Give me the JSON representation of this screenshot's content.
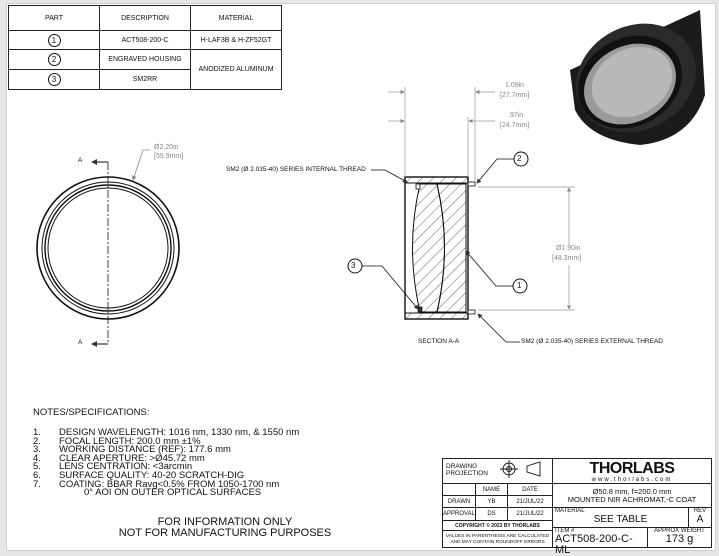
{
  "parts_table": {
    "headers": [
      "PART",
      "DESCRIPTION",
      "MATERIAL"
    ],
    "rows": [
      {
        "part": "1",
        "description": "ACT508-200-C",
        "material": "H-LAF3B & H-ZF52GT"
      },
      {
        "part": "2",
        "description": "ENGRAVED HOUSING",
        "material": "ANODIZED ALUMINUM"
      },
      {
        "part": "3",
        "description": "SM2RR",
        "material": ""
      }
    ]
  },
  "front_view": {
    "section_marker": "A",
    "diameter_in": "Ø2.20in",
    "diameter_mm": "[55.9mm]"
  },
  "section_view": {
    "title": "SECTION A-A",
    "length_in": "1.09in",
    "length_mm": "[27.7mm]",
    "body_in": ".97in",
    "body_mm": "[24.7mm]",
    "clear_in": "Ø1.90in",
    "clear_mm": "[48.3mm]",
    "internal_thread": "SM2 (Ø 2.035-40) SERIES INTERNAL THREAD",
    "external_thread": "SM2 (Ø 2.035-40) SERIES EXTERNAL THREAD",
    "balloons": [
      "1",
      "2",
      "3"
    ]
  },
  "notes": {
    "heading": "NOTES/SPECIFICATIONS:",
    "items": [
      {
        "n": "1.",
        "text": "DESIGN WAVELENGTH: 1016 nm, 1330 nm, & 1550 nm"
      },
      {
        "n": "2.",
        "text": "FOCAL LENGTH: 200.0 mm ±1%"
      },
      {
        "n": "3.",
        "text": "WORKING DISTANCE (REF): 177.6 mm"
      },
      {
        "n": "4.",
        "text": "CLEAR APERTURE: >Ø45.72 mm"
      },
      {
        "n": "5.",
        "text": "LENS CENTRATION: <3arcmin"
      },
      {
        "n": "6.",
        "text": "SURFACE QUALITY: 40-20 SCRATCH-DIG"
      },
      {
        "n": "7.",
        "text": "COATING: BBAR Ravg<0.5% FROM 1050-1700 nm"
      }
    ],
    "continuation": "0° AOI ON OUTER OPTICAL SURFACES"
  },
  "footer": {
    "line1": "FOR INFORMATION ONLY",
    "line2": "NOT FOR MANUFACTURING PURPOSES"
  },
  "title_block": {
    "projection_label": "DRAWING PROJECTION",
    "name_label": "NAME",
    "date_label": "DATE",
    "drawn_label": "DRAWN",
    "drawn_name": "YB",
    "drawn_date": "21/JUL/22",
    "approval_label": "APPROVAL",
    "approval_name": "DS",
    "approval_date": "21/JUL/22",
    "copyright": "COPYRIGHT © 2023 BY THORLABS",
    "values_note_1": "VALUES IN PARENTHESIS ARE CALCULATED",
    "values_note_2": "AND MAY CONTAIN ROUNDOFF ERRORS",
    "logo": "THORLABS",
    "website": "www.thorlabs.com",
    "desc_1": "Ø50.8 mm, f=200.0 mm",
    "desc_2": "MOUNTED NIR ACHROMAT,-C COAT",
    "material_label": "MATERIAL",
    "material_value": "SEE TABLE",
    "rev_label": "REV",
    "rev_value": "A",
    "item_label": "ITEM #",
    "item_value": "ACT508-200-C-ML",
    "weight_label": "APPROX WEIGHT",
    "weight_value": "173 g"
  }
}
